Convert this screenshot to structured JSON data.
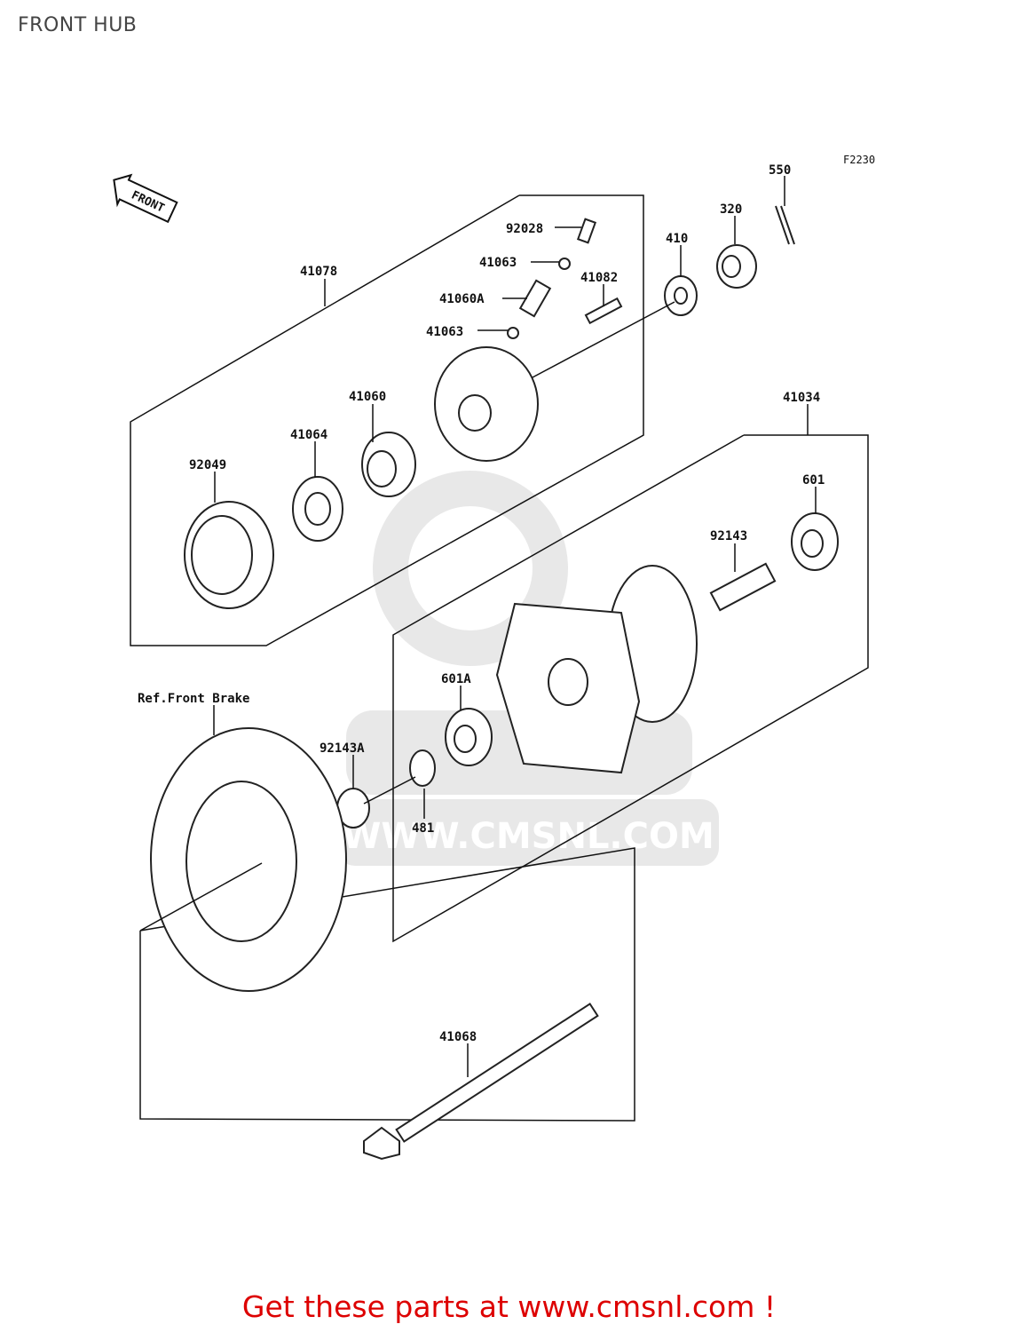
{
  "page": {
    "title": "FRONT HUB"
  },
  "diagram": {
    "figure_code": "F2230",
    "front_arrow_label": "FRONT",
    "reference_label": "Ref.Front Brake",
    "parts": [
      {
        "id": "p550",
        "label": "550"
      },
      {
        "id": "p320",
        "label": "320"
      },
      {
        "id": "p410",
        "label": "410"
      },
      {
        "id": "p92028",
        "label": "92028"
      },
      {
        "id": "p41063a",
        "label": "41063"
      },
      {
        "id": "p41082",
        "label": "41082"
      },
      {
        "id": "p41060A",
        "label": "41060A"
      },
      {
        "id": "p41063b",
        "label": "41063"
      },
      {
        "id": "p41078",
        "label": "41078"
      },
      {
        "id": "p41060",
        "label": "41060"
      },
      {
        "id": "p41064",
        "label": "41064"
      },
      {
        "id": "p92049",
        "label": "92049"
      },
      {
        "id": "p41034",
        "label": "41034"
      },
      {
        "id": "p601",
        "label": "601"
      },
      {
        "id": "p92143",
        "label": "92143"
      },
      {
        "id": "p601A",
        "label": "601A"
      },
      {
        "id": "p92143A",
        "label": "92143A"
      },
      {
        "id": "p481",
        "label": "481"
      },
      {
        "id": "p41068",
        "label": "41068"
      }
    ]
  },
  "watermark": {
    "text": "WWW.CMSNL.COM"
  },
  "footer": {
    "cta": "Get these parts at www.cmsnl.com !"
  }
}
